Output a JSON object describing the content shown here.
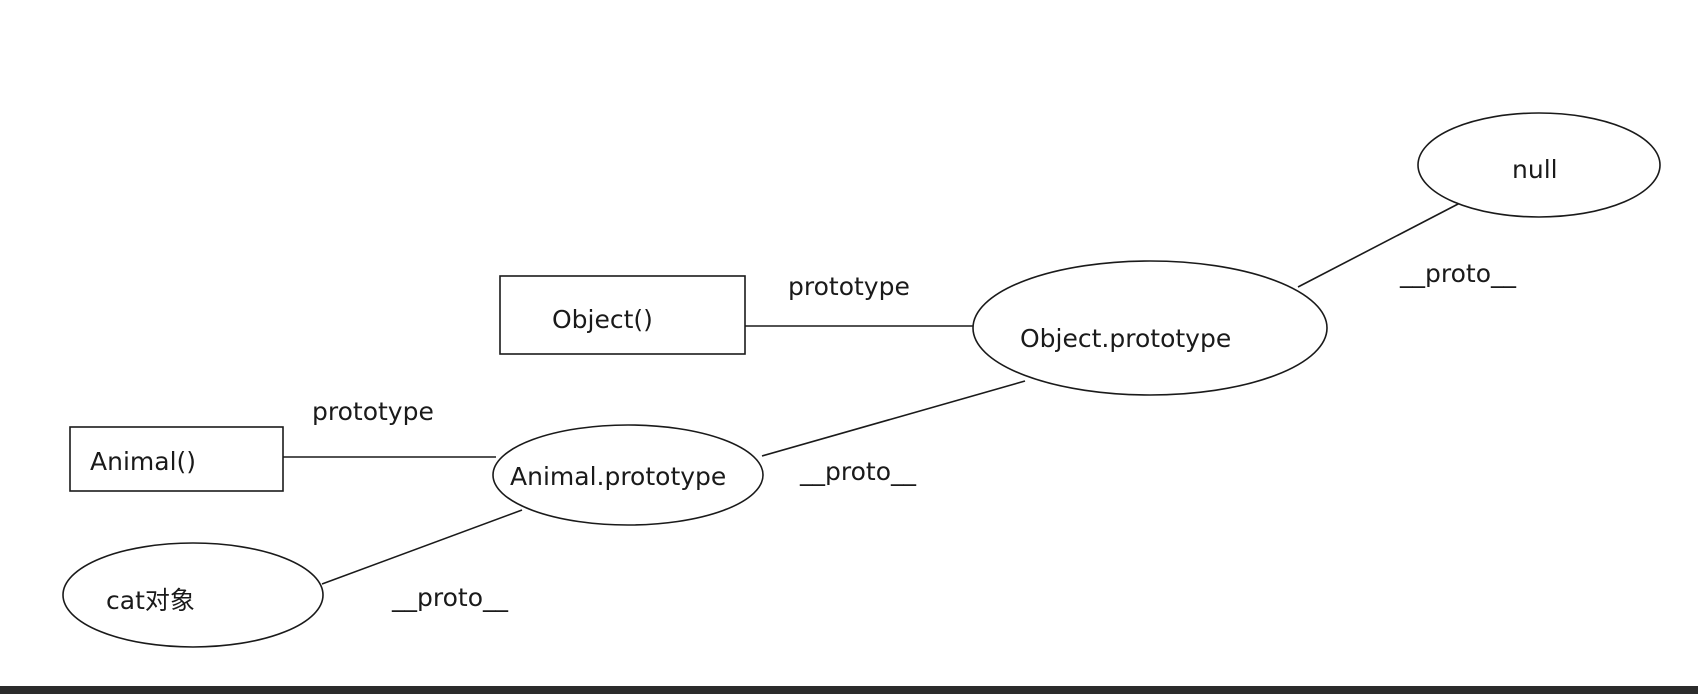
{
  "diagram": {
    "nodes": {
      "object_ctor": {
        "label": "Object()",
        "shape": "rectangle"
      },
      "animal_ctor": {
        "label": "Animal()",
        "shape": "rectangle"
      },
      "object_prototype": {
        "label": "Object.prototype",
        "shape": "ellipse"
      },
      "animal_prototype": {
        "label": "Animal.prototype",
        "shape": "ellipse"
      },
      "cat": {
        "label": "cat对象",
        "shape": "ellipse"
      },
      "null_node": {
        "label": "null",
        "shape": "ellipse"
      }
    },
    "edges": {
      "object_ctor_prototype": {
        "label": "prototype",
        "from": "Object()",
        "to": "Object.prototype"
      },
      "animal_ctor_prototype": {
        "label": "prototype",
        "from": "Animal()",
        "to": "Animal.prototype"
      },
      "cat_proto": {
        "label": "__proto__",
        "from": "cat对象",
        "to": "Animal.prototype"
      },
      "animal_proto_proto": {
        "label": "__proto__",
        "from": "Animal.prototype",
        "to": "Object.prototype"
      },
      "object_proto_proto": {
        "label": "__proto__",
        "from": "Object.prototype",
        "to": "null"
      }
    }
  },
  "colors": {
    "stroke": "#1a1a1a",
    "background": "#ffffff",
    "bottom_bar": "#2b2b2b"
  }
}
